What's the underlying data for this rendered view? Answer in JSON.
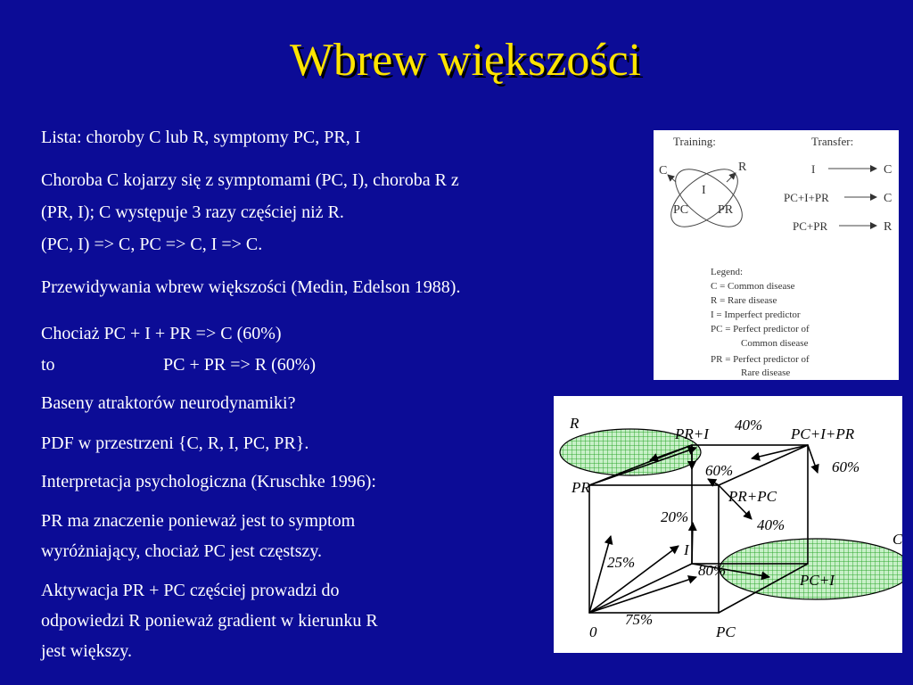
{
  "slide": {
    "title": "Wbrew większości",
    "p1": "Lista: choroby C lub R, symptomy PC, PR, I",
    "p2_l1": "Choroba C kojarzy się z symptomami (PC, I), choroba R z",
    "p2_l2": "(PR, I); C występuje 3 razy częściej niż R.",
    "p2_l3": "(PC, I) => C,  PC => C, I => C.",
    "p3": "Przewidywania wbrew większości (Medin, Edelson 1988).",
    "p4_l1": "Chociaż PC + I + PR => C (60%)",
    "p4_l2a": "to",
    "p4_l2b": "PC + PR => R (60%)",
    "p5": "Baseny atraktorów neurodynamiki?",
    "p6": "PDF w przestrzeni {C, R, I, PC, PR}.",
    "p7": "Interpretacja psychologiczna (Kruschke 1996):",
    "p8_l1": "PR ma znaczenie ponieważ jest to symptom",
    "p8_l2": "wyróżniający, chociaż PC jest częstszy.",
    "p9_l1": "Aktywacja PR + PC częściej prowadzi do",
    "p9_l2": "odpowiedzi R ponieważ gradient w kierunku R",
    "p9_l3": "jest większy."
  },
  "diagram1": {
    "training": "Training:",
    "transfer": "Transfer:",
    "c": "C",
    "r": "R",
    "i": "I",
    "pc": "PC",
    "pr": "PR",
    "t1_in": "I",
    "t1_out": "C",
    "t2_in": "PC+I+PR",
    "t2_out": "C",
    "t3_in": "PC+PR",
    "t3_out": "R",
    "legend_title": "Legend:",
    "legend1": "C = Common disease",
    "legend2": "R = Rare disease",
    "legend3": "I = Imperfect predictor",
    "legend4": "PC = Perfect predictor of",
    "legend4b": "Common disease",
    "legend5": "PR = Perfect predictor of",
    "legend5b": "Rare disease"
  },
  "diagram2": {
    "r": "R",
    "pr_i": "PR+I",
    "p40a": "40%",
    "pc_i_pr": "PC+I+PR",
    "p60a": "60%",
    "p60b": "60%",
    "pr": "PR",
    "pr_pc": "PR+PC",
    "p20": "20%",
    "p40b": "40%",
    "c": "C",
    "i": "I",
    "p25": "25%",
    "p80": "80%",
    "pc_i": "PC+I",
    "p75": "75%",
    "zero": "0",
    "pc": "PC"
  }
}
